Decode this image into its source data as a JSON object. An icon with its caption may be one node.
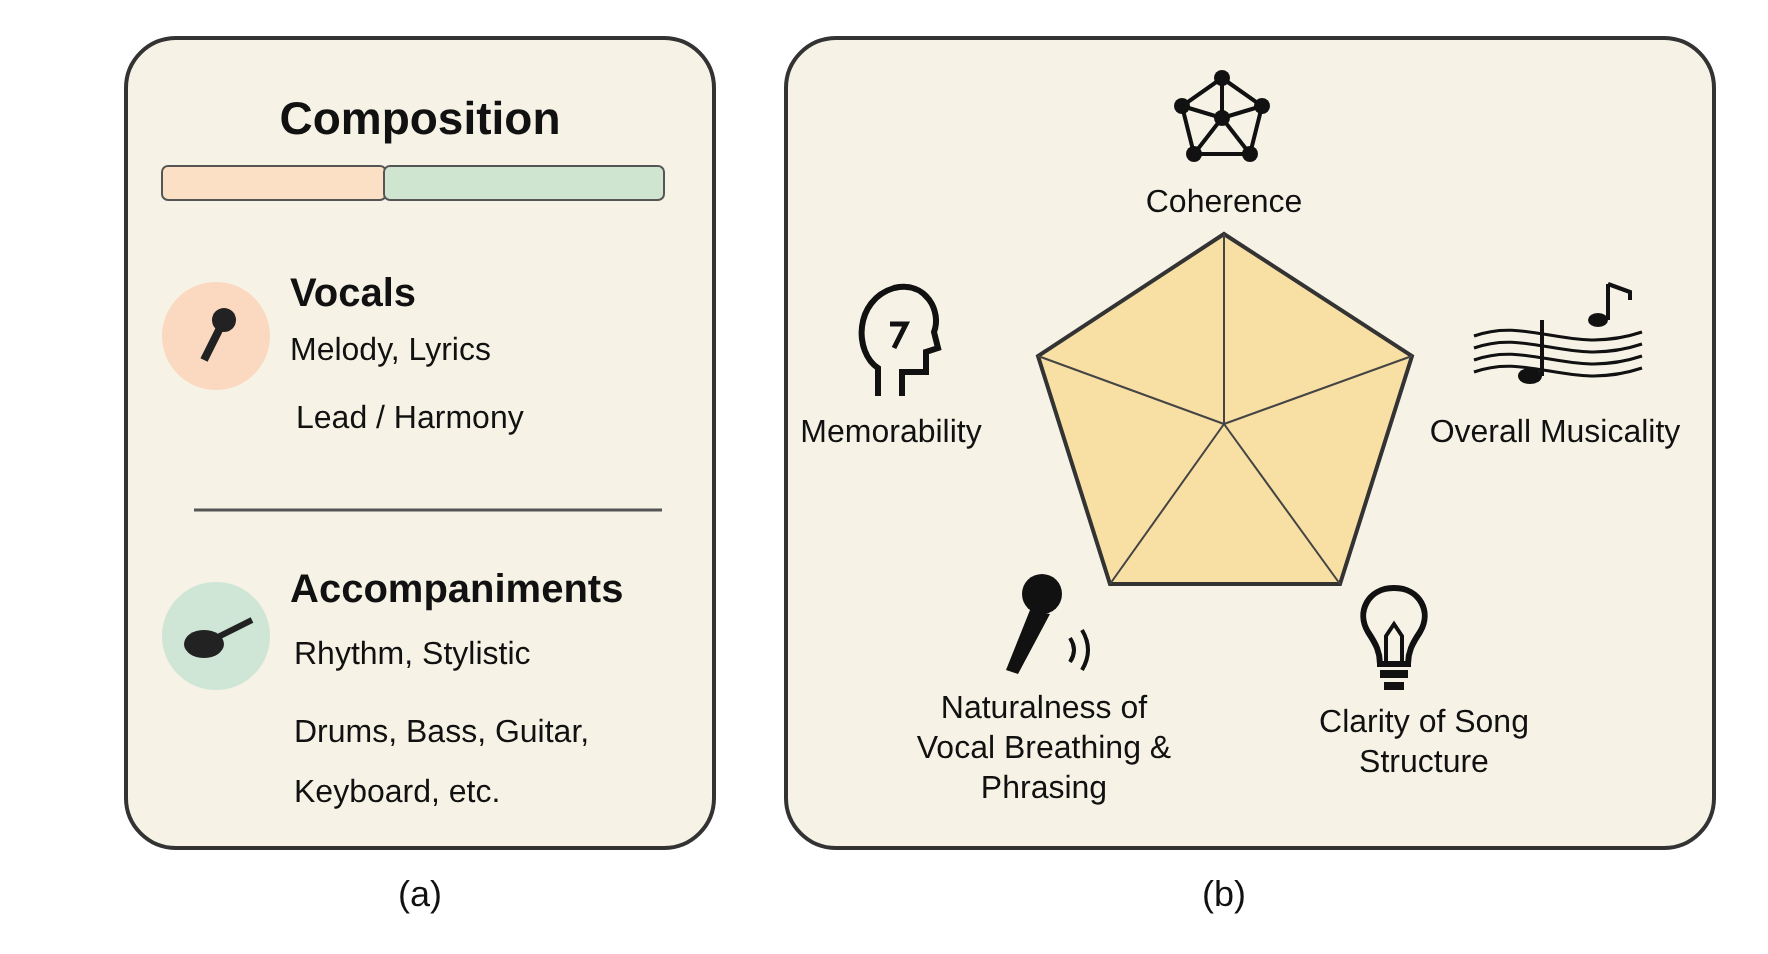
{
  "diagram": {
    "nodes": [
      {
        "text": [
          "Composition"
        ],
        "beside": [
          "(a)"
        ]
      },
      {
        "text": [],
        "shape": "box",
        "beside": [
          "(b)"
        ]
      }
    ],
    "edges": [],
    "labels": [
      "Vocals",
      "Melody, Lyrics",
      "Lead / Harmony",
      "Accompaniments",
      "Rhythm, Stylistic",
      "Drums, Bass, Guitar, Keyboard, etc.",
      "Coherence",
      "Overall Musicality",
      "Clarity of Song Structure",
      "Naturalness of Vocal Breathing & Phrasing",
      "Memorability"
    ]
  }
}
